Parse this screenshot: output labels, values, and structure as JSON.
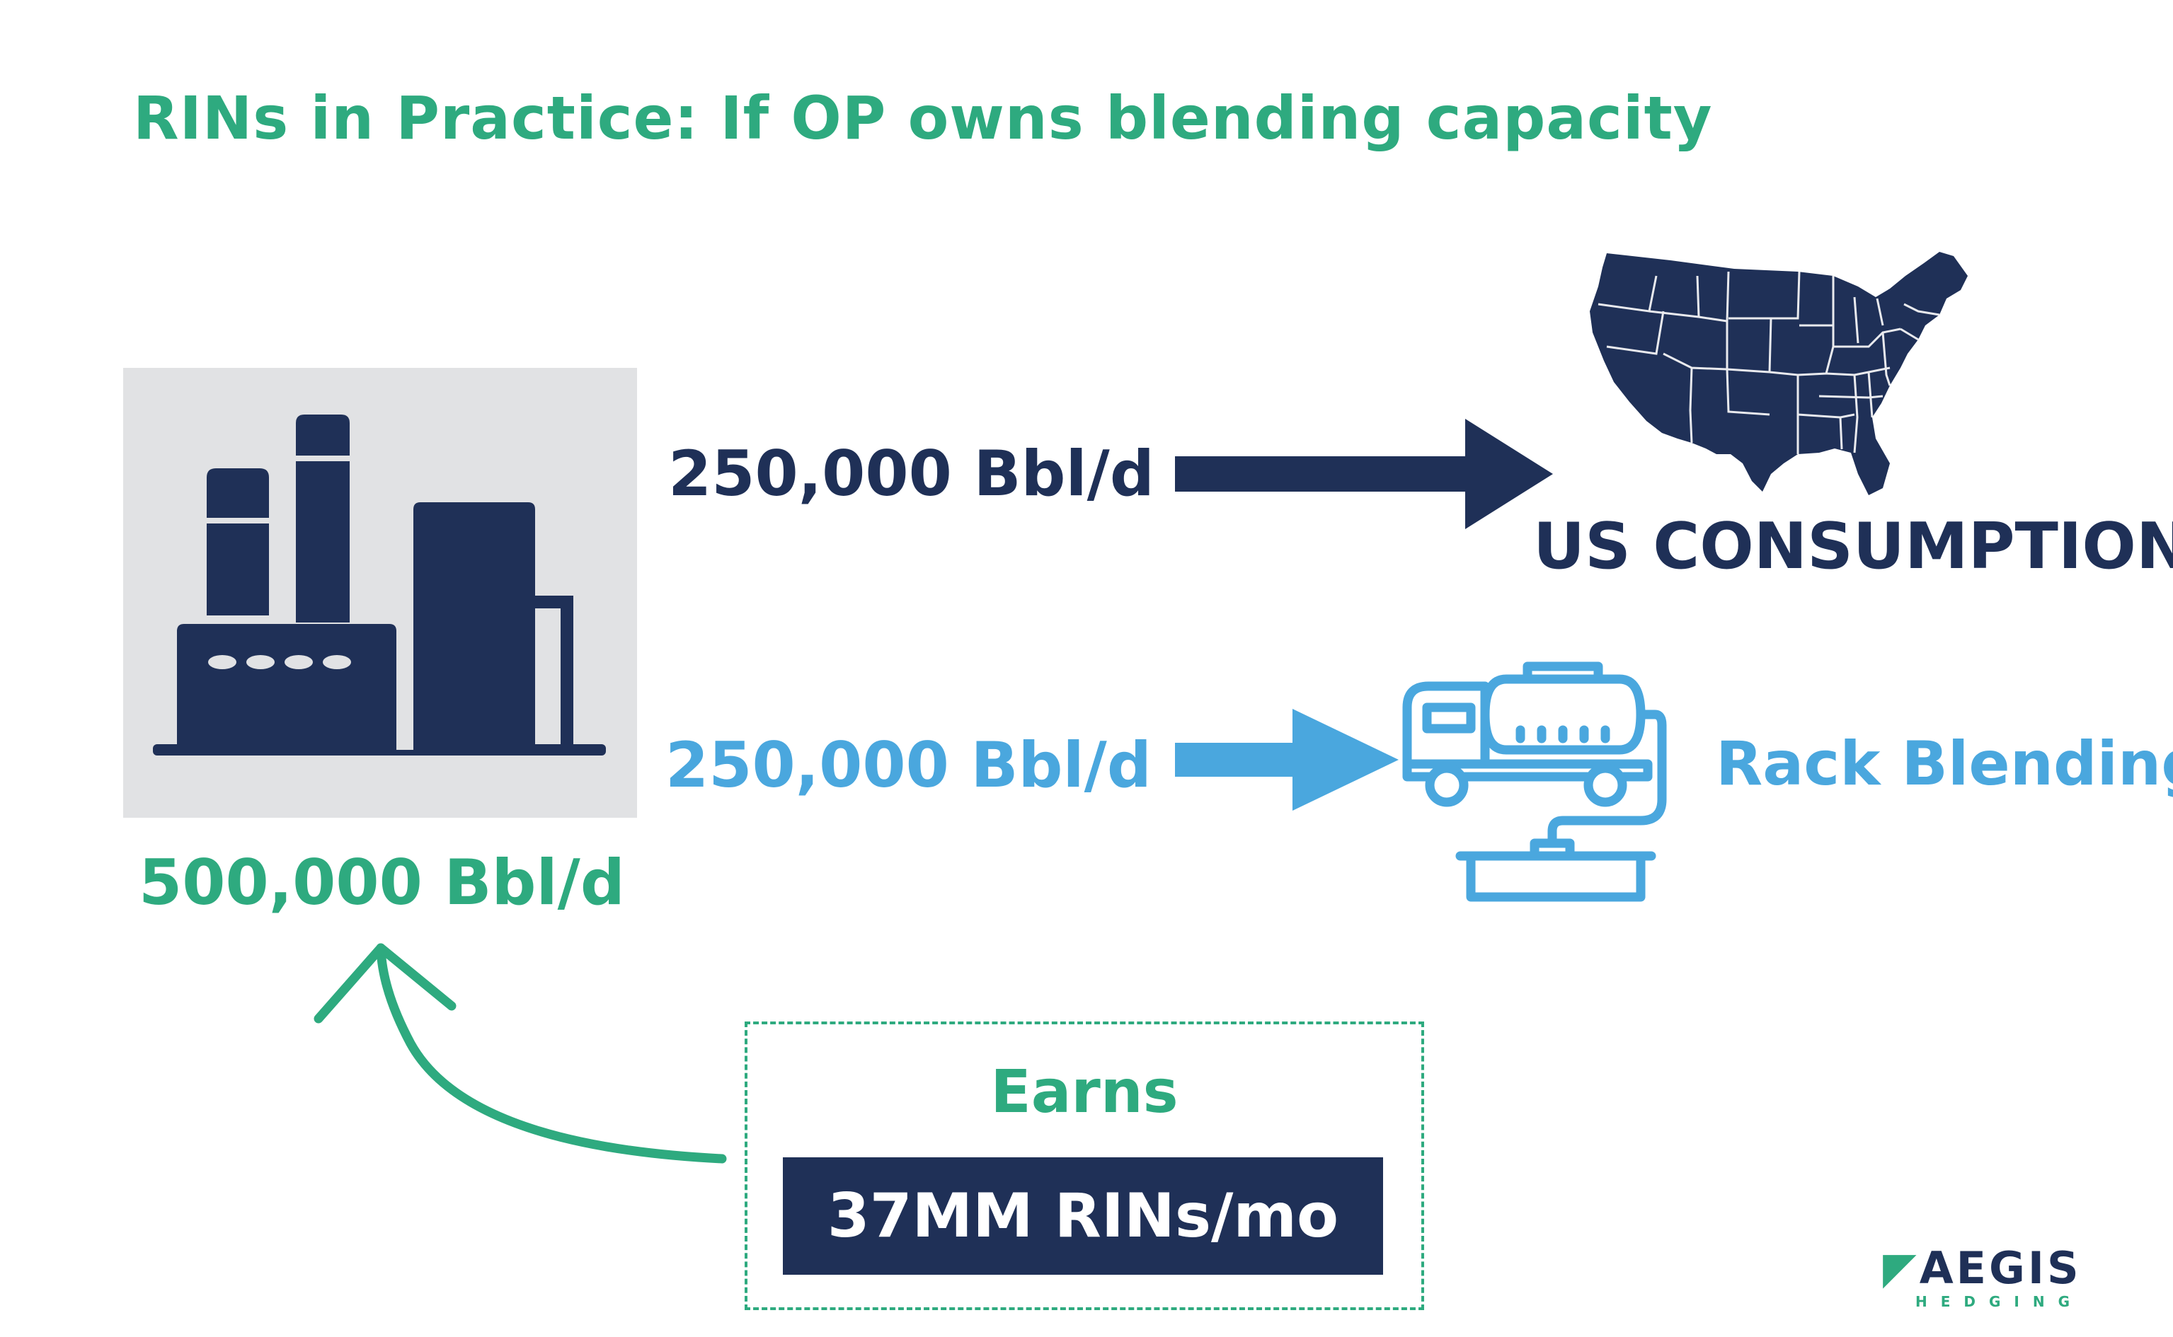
{
  "title": "RINs in Practice: If OP owns blending capacity",
  "plant": {
    "capacity_label": "500,000 Bbl/d",
    "icon": "refinery-icon"
  },
  "flows": [
    {
      "volume_label": "250,000 Bbl/d",
      "destination": "US CONSUMPTION",
      "color": "#1f3057",
      "icon": "us-map-icon"
    },
    {
      "volume_label": "250,000 Bbl/d",
      "destination": "Rack Blending",
      "color": "#4aa7de",
      "icon": "tanker-truck-icon"
    }
  ],
  "earnings": {
    "label": "Earns",
    "value": "37MM RINs/mo"
  },
  "logo": {
    "main": "AEGIS",
    "sub": "HEDGING"
  },
  "colors": {
    "green": "#2eaa7f",
    "navy": "#1f3057",
    "blue": "#4aa7de",
    "gray": "#e1e2e4"
  }
}
